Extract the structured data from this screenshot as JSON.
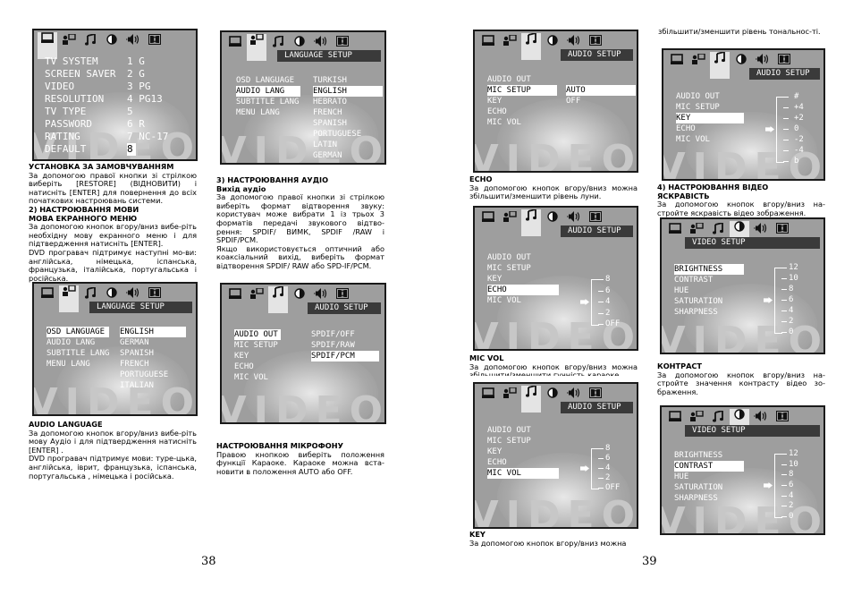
{
  "tabs_icons": [
    "monitor-icon",
    "person-screen-icon",
    "music-note-icon",
    "contrast-icon",
    "speaker-icon",
    "dolby-icon"
  ],
  "osd1": {
    "items": [
      "TV SYSTEM",
      "SCREEN SAVER",
      "VIDEO",
      "RESOLUTION",
      "TV TYPE",
      "PASSWORD",
      "RATING",
      "DEFAULT"
    ],
    "values": [
      "1 G",
      "2 G",
      "3 PG",
      "4 PG13",
      "5",
      "6 R",
      "7 NC-17",
      "8"
    ]
  },
  "osd2": {
    "title": "LANGUAGE SETUP",
    "items": [
      "OSD LANGUAGE",
      "AUDIO LANG",
      "SUBTITLE LANG",
      "MENU LANG"
    ],
    "options": [
      "TURKISH",
      "ENGLISH",
      "HEBRATO",
      "FRENCH",
      "SPANISH",
      "PORTUGUESE",
      "LATIN",
      "GERMAN"
    ]
  },
  "osd3": {
    "title": "LANGUAGE SETUP",
    "items": [
      "OSD LANGUAGE",
      "AUDIO LANG",
      "SUBTITLE LANG",
      "MENU LANG"
    ],
    "options": [
      "ENGLISH",
      "GERMAN",
      "SPANISH",
      "FRENCH",
      "PORTUGUESE",
      "ITALIAN"
    ]
  },
  "osd4": {
    "title": "AUDIO SETUP",
    "items": [
      "AUDIO OUT",
      "MIC SETUP",
      "KEY",
      "ECHO",
      "MIC VOL"
    ],
    "options": [
      "SPDIF/OFF",
      "SPDIF/RAW",
      "SPDIF/PCM"
    ]
  },
  "osd5": {
    "title": "AUDIO SETUP",
    "items": [
      "AUDIO OUT",
      "MIC SETUP",
      "KEY",
      "ECHO",
      "MIC VOL"
    ],
    "options": [
      "AUTO",
      "OFF"
    ]
  },
  "osd6": {
    "title": "AUDIO SETUP",
    "items": [
      "AUDIO OUT",
      "MIC SETUP",
      "KEY",
      "ECHO",
      "MIC VOL"
    ],
    "scale": [
      "8",
      "6",
      "4",
      "2",
      "OFF"
    ]
  },
  "osd7": {
    "title": "AUDIO SETUP",
    "items": [
      "AUDIO OUT",
      "MIC SETUP",
      "KEY",
      "ECHO",
      "MIC VOL"
    ],
    "scale": [
      "8",
      "6",
      "4",
      "2",
      "OFF"
    ]
  },
  "osd8": {
    "title": "AUDIO SETUP",
    "items": [
      "AUDIO OUT",
      "MIC SETUP",
      "KEY",
      "ECHO",
      "MIC VOL"
    ],
    "scale": [
      "#",
      "+4",
      "+2",
      "0",
      "-2",
      "-4",
      "b"
    ]
  },
  "osd9": {
    "title": "VIDEO SETUP",
    "items": [
      "BRIGHTNESS",
      "CONTRAST",
      "HUE",
      "SATURATION",
      "SHARPNESS"
    ],
    "scale": [
      "12",
      "10",
      "8",
      "6",
      "4",
      "2",
      "0"
    ]
  },
  "osd10": {
    "title": "VIDEO SETUP",
    "items": [
      "BRIGHTNESS",
      "CONTRAST",
      "HUE",
      "SATURATION",
      "SHARPNESS"
    ],
    "scale": [
      "12",
      "10",
      "8",
      "6",
      "4",
      "2",
      "0"
    ]
  },
  "watermark": "VIDEO",
  "text": {
    "t1_h1": "УСТАНОВКА ЗА ЗАМОВЧУВАННЯМ",
    "t1_p1": "За допомогою правої кнопки зі стрілкою виберіть [RESTORE] (ВІДНОВИТИ) і натисніть [ENTER] для повернення до всіх початкових настроювань системи.",
    "t1_h2": "2) НАСТРОЮВАННЯ МОВИ",
    "t1_h3": "МОВА ЕКРАННОГО МЕНЮ",
    "t1_p2": "За допомогою кнопок вгору/вниз вибе-ріть необхідну мову екранного меню і для підтвердження натисніть [ENTER].",
    "t1_p3": "DVD програвач підтримує наступні мо-ви: англійська, німецька, іспанська, французька, італійська, португальська і російська.",
    "t2_h1": "3) НАСТРОЮВАННЯ АУДІО",
    "t2_h2": "Вихід аудіо",
    "t2_p1": "За допомогою правої кнопки зі стрілкою виберіть формат відтворення звуку: користувач може вибрати 1 із трьох 3 форматів передачі звукового відтво-рення: SPDIF/ ВИМК, SPDIF /RAW і SPDIF/PCM.",
    "t2_p2": "Якщо використовується оптичний або коаксіальний вихід, виберіть формат відтворення SPDIF/ RAW або SPD-IF/PCM.",
    "t3_h1": "AUDIO LANGUAGE",
    "t3_p1": "За допомогою кнопок вгору/вниз вибе-ріть мову Аудіо і для підтвердження натисніть [ENTER] .",
    "t3_p2": "DVD програвач підтримує мови: туре-цька, англійська, іврит, французька, іспанська, португальська , німецька і російська.",
    "t4_h1": "НАСТРОЮВАННЯ МІКРОФОНУ",
    "t4_p1": "Правою кнопкою виберіть положення функції Караоке. Караоке можна вста-новити в положення AUTO або OFF.",
    "t5_h1": "ECHO",
    "t5_p1": "За допомогою кнопок вгору/вниз можна збільшити/зменшити рівень луни.",
    "t6_h1": "MIC VOL",
    "t6_p1": "За допомогою кнопок вгору/вниз можна збільшити/зменшити гучність караоке.",
    "t7_h1": "KEY",
    "t7_p1": "За допомогою кнопок вгору/вниз можна",
    "t8_p1": "збільшити/зменшити рівень тональнос-ті.",
    "t9_h1": "4) НАСТРОЮВАННЯ ВІДЕО",
    "t9_h2": "ЯСКРАВІСТЬ",
    "t9_p1": "За допомогою кнопок вгору/вниз на-стройте яскравість відео зображення.",
    "t10_h1": "КОНТРАСТ",
    "t10_p1": "За допомогою кнопок вгору/вниз на-стройте значення контрасту відео зо-браження.",
    "page_left": "38",
    "page_right": "39"
  }
}
